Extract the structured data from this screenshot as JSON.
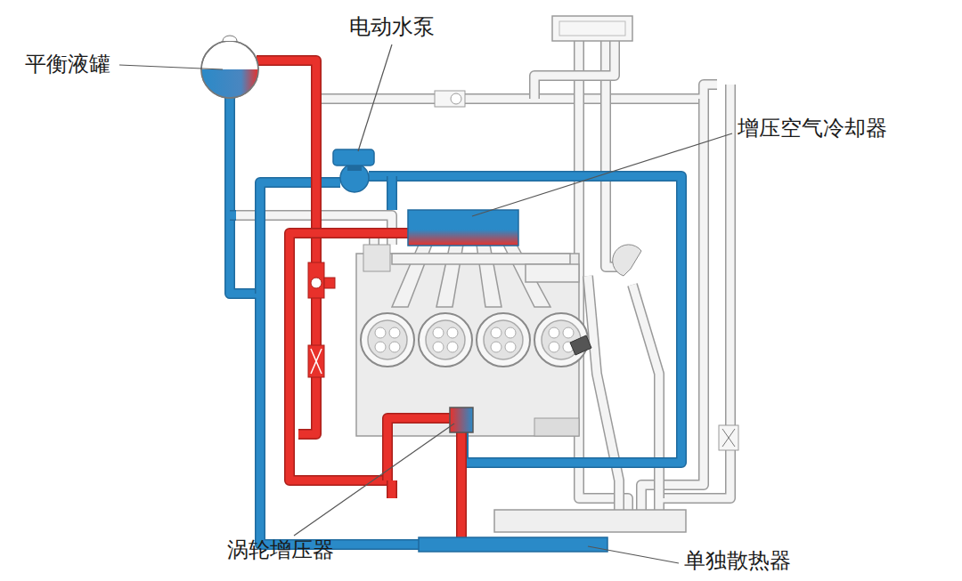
{
  "diagram": {
    "labels": [
      "平衡液罐",
      "电动水泵",
      "增压空气冷却器",
      "涡轮增压器",
      "单独散热器"
    ]
  }
}
